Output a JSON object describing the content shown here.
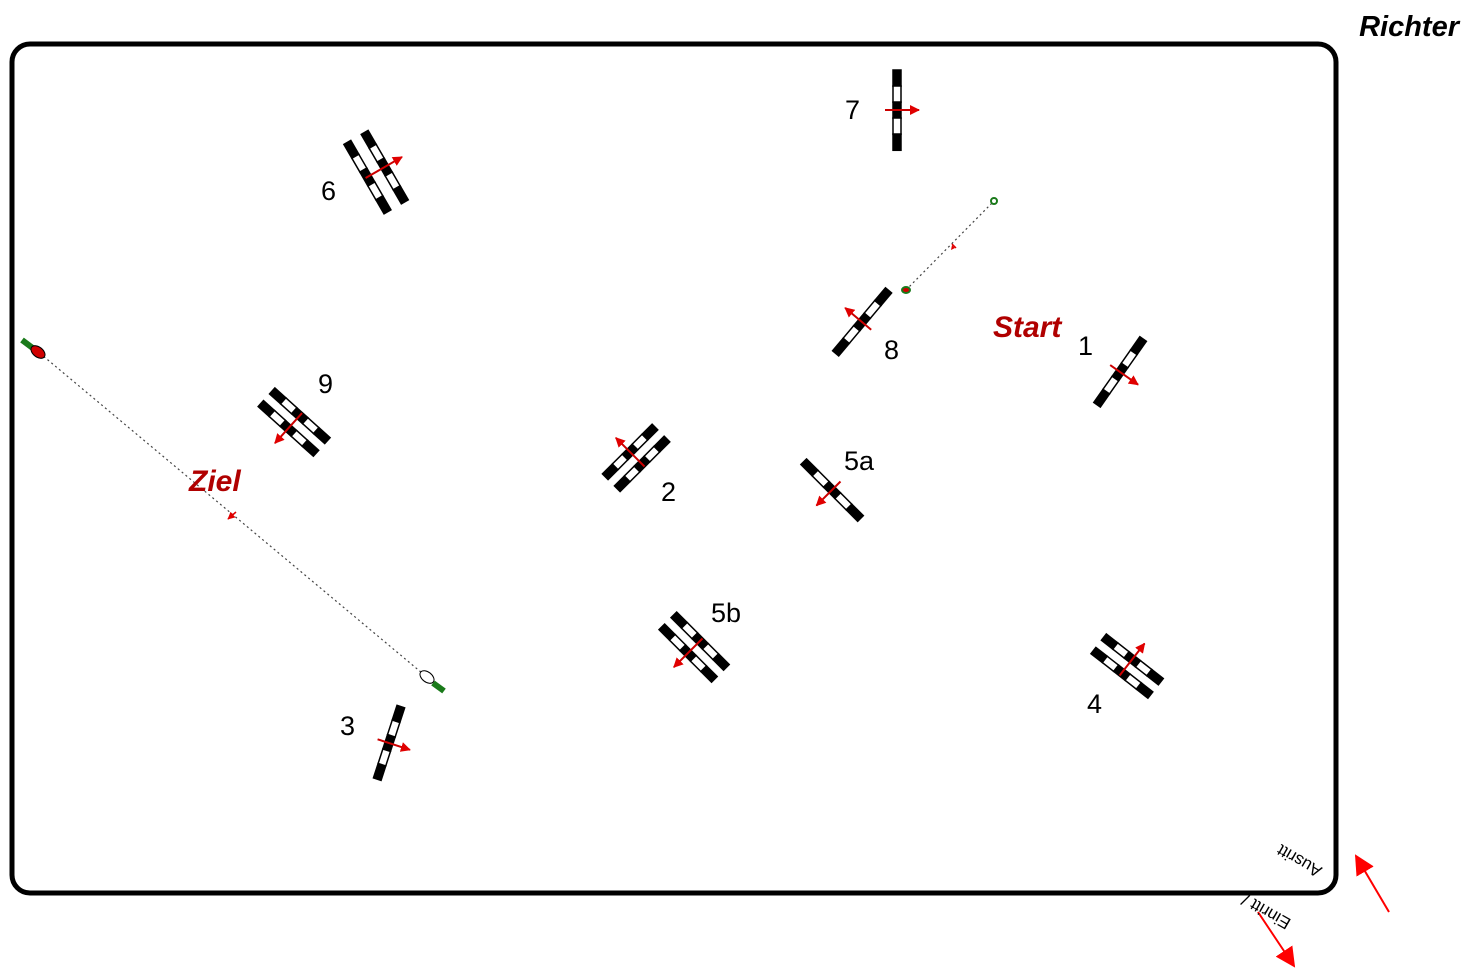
{
  "judge_label": "Richter",
  "start_label": "Start",
  "finish_label": "Ziel",
  "entrance_label": "Einritt /",
  "exit_label": "Ausritt",
  "accent_color": "#cc0000",
  "obstacles": [
    {
      "id": "1",
      "label": "1",
      "kind": "single"
    },
    {
      "id": "2",
      "label": "2",
      "kind": "oxer"
    },
    {
      "id": "3",
      "label": "3",
      "kind": "single"
    },
    {
      "id": "4",
      "label": "4",
      "kind": "oxer"
    },
    {
      "id": "5a",
      "label": "5a",
      "kind": "single"
    },
    {
      "id": "5b",
      "label": "5b",
      "kind": "oxer"
    },
    {
      "id": "6",
      "label": "6",
      "kind": "oxer"
    },
    {
      "id": "7",
      "label": "7",
      "kind": "single"
    },
    {
      "id": "8",
      "label": "8",
      "kind": "single"
    },
    {
      "id": "9",
      "label": "9",
      "kind": "oxer"
    }
  ]
}
